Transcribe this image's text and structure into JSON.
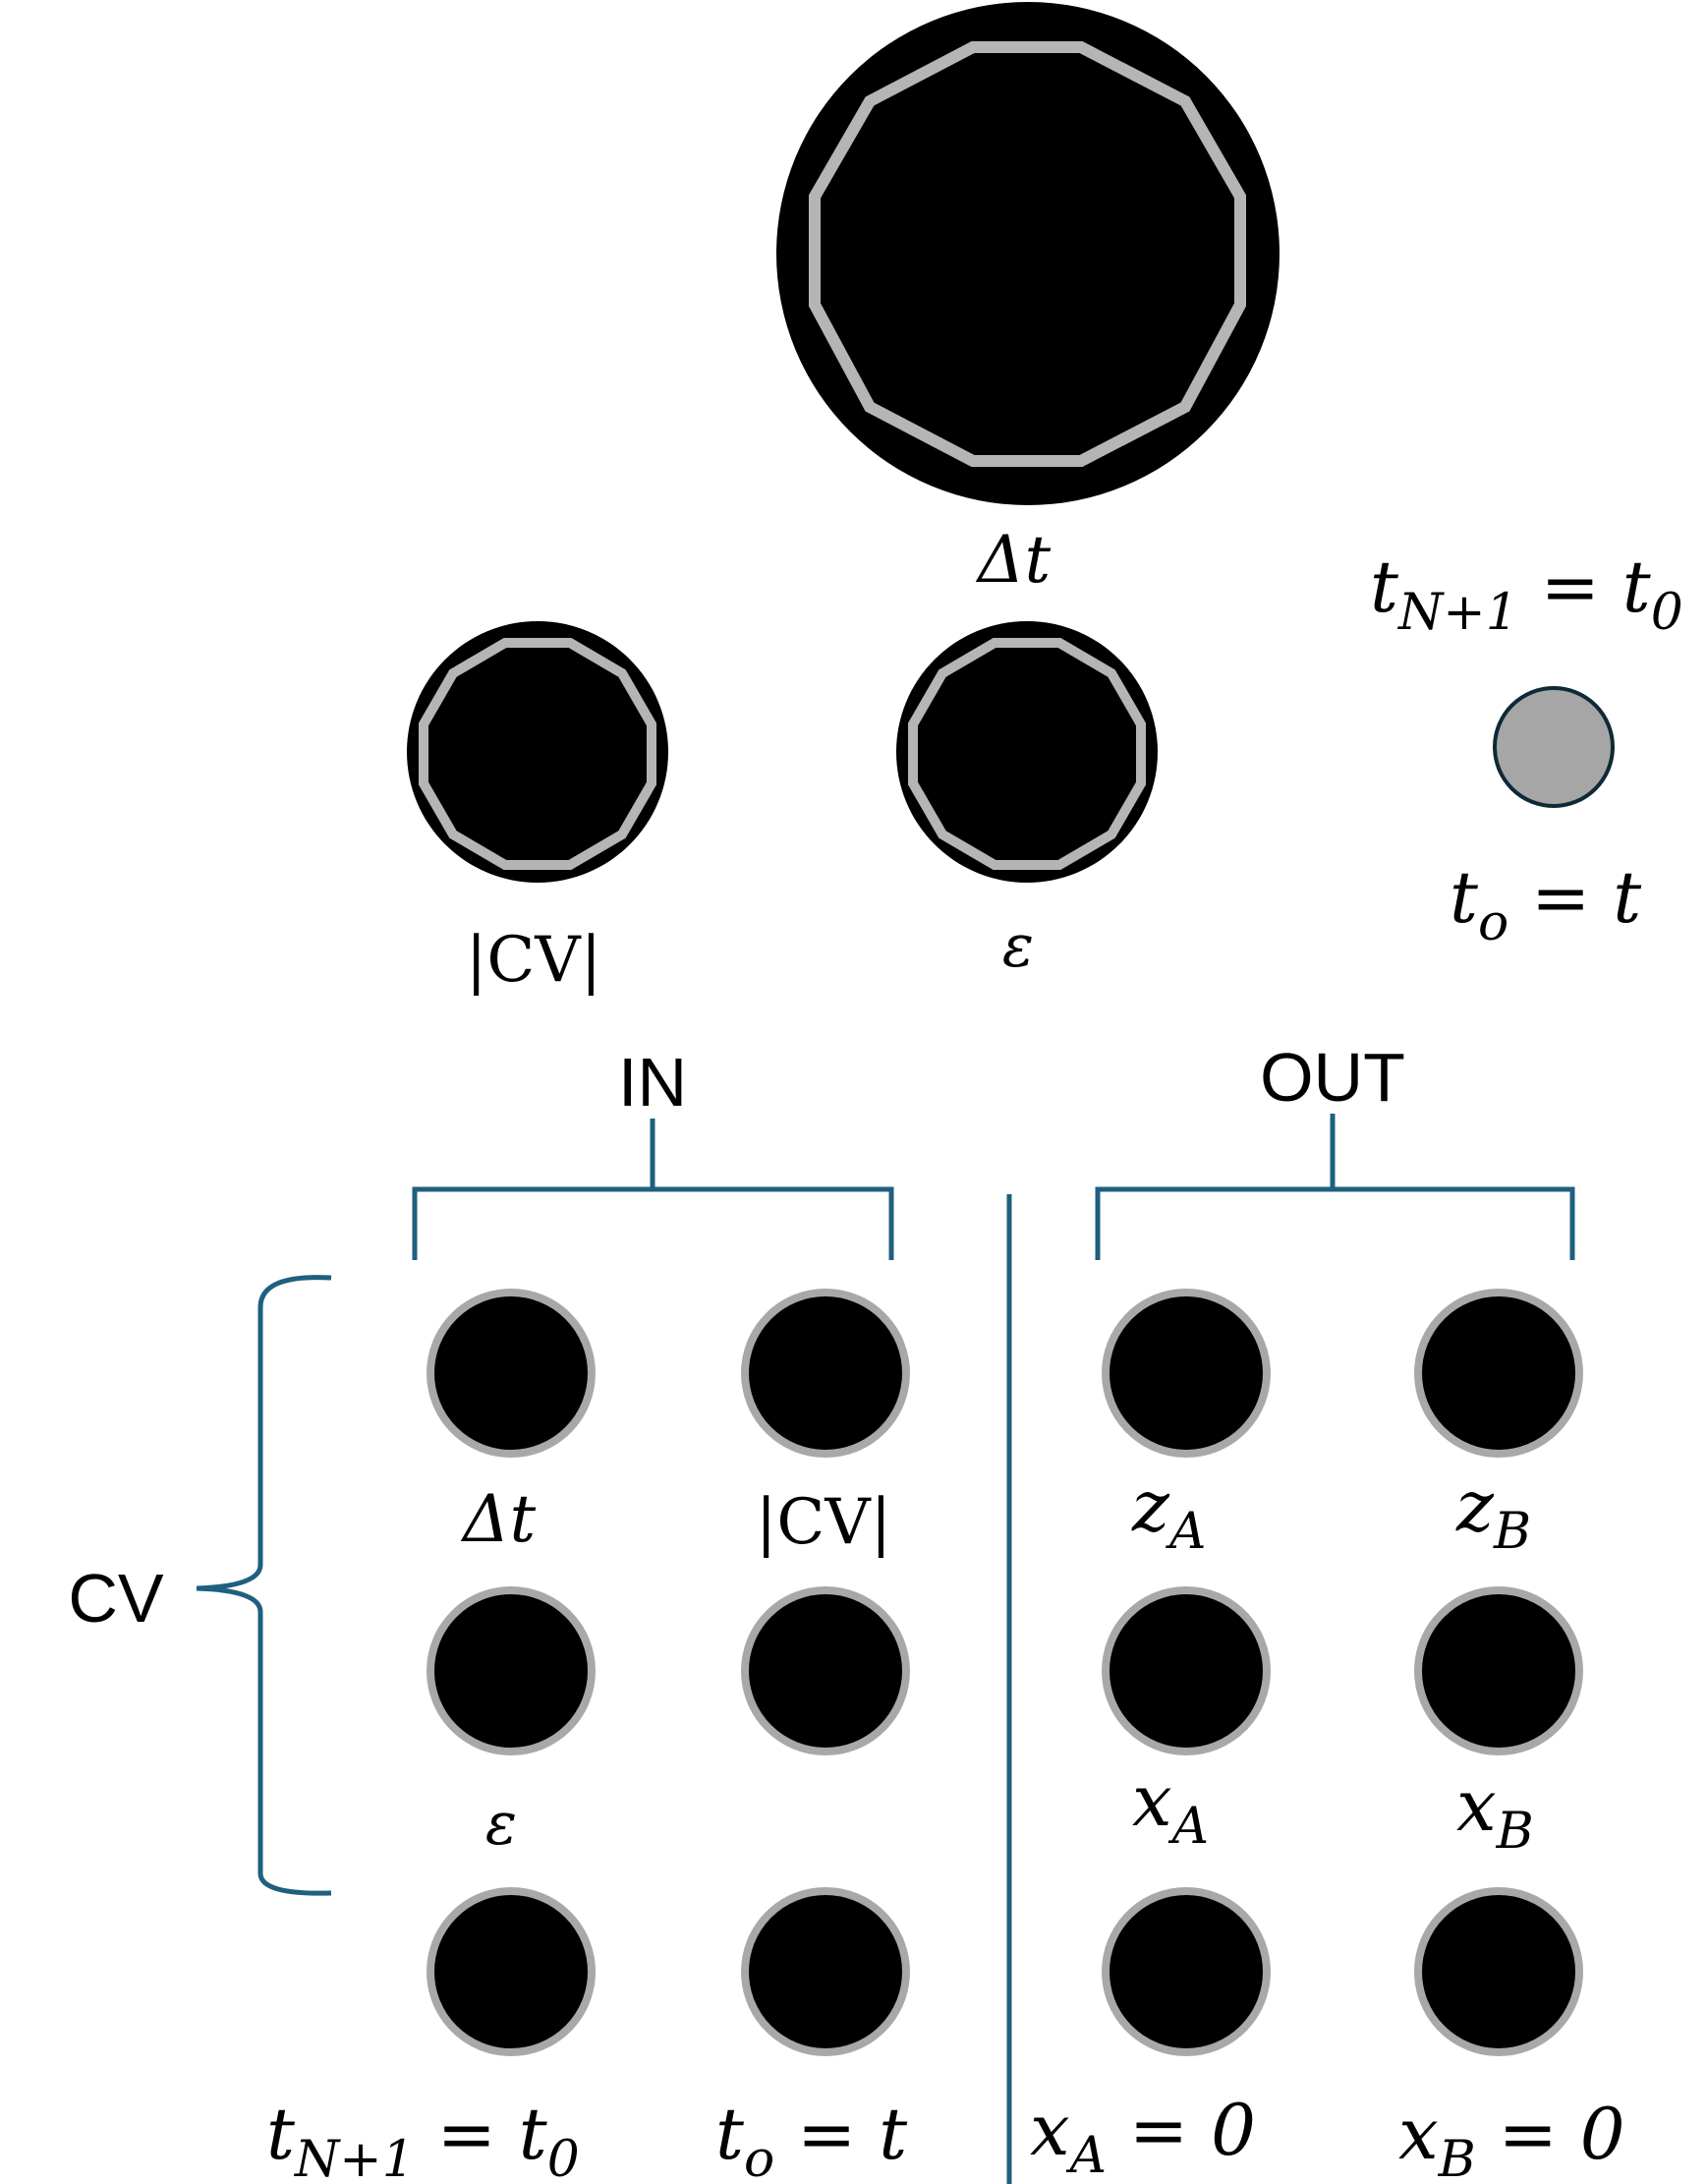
{
  "colors": {
    "knob_body": "#000000",
    "knob_ring": "#b5b5b5",
    "jack_ring": "#a8a8a8",
    "led_fill": "#a6a6a6",
    "led_stroke": "#0e2a36",
    "bracket": "#1f5f7f"
  },
  "knobs": {
    "big": {
      "label": "Δt"
    },
    "cv": {
      "label": "|CV|"
    },
    "eps": {
      "label": "ε"
    }
  },
  "led": {
    "label_top": {
      "base": "t",
      "sub": "N+1",
      "rest": " = t",
      "rest_sub": "0"
    },
    "label_bottom": {
      "base": "t",
      "sub": "o",
      "rest": " = t"
    }
  },
  "groups": {
    "in_label": "IN",
    "out_label": "OUT",
    "cv_label": "CV"
  },
  "jacks": {
    "in": {
      "dt": {
        "label": "Δt"
      },
      "cv": {
        "label": "|CV|"
      },
      "eps": {
        "label": "ε"
      },
      "reset": {
        "base": "t",
        "sub": "N+1",
        "rest": " = t",
        "rest_sub": "0"
      },
      "sync": {
        "base": "t",
        "sub": "o",
        "rest": " = t"
      }
    },
    "out": {
      "za": {
        "base": "z",
        "sub": "A"
      },
      "zb": {
        "base": "z",
        "sub": "B"
      },
      "xa": {
        "base": "x",
        "sub": "A"
      },
      "xb": {
        "base": "x",
        "sub": "B"
      },
      "xa0": {
        "base": "x",
        "sub": "A",
        "rest": " = 0"
      },
      "xb0": {
        "base": "x",
        "sub": "B",
        "rest": " = 0"
      }
    }
  }
}
